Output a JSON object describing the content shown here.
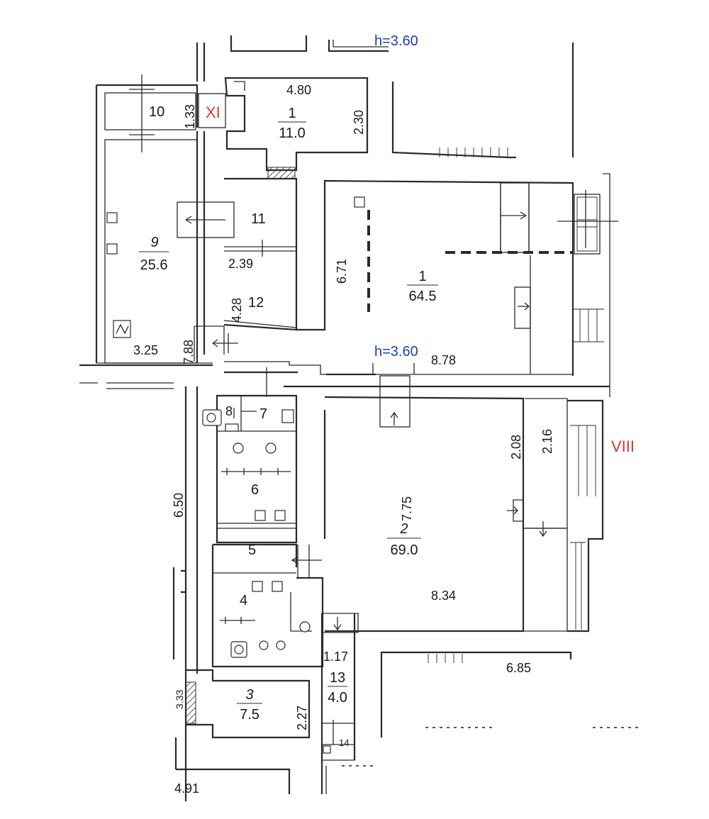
{
  "heights": {
    "top": "h=3.60",
    "mid": "h=3.60"
  },
  "sections": {
    "xi": "XI",
    "viii": "VIII"
  },
  "rooms": {
    "r1_top": {
      "number": "1",
      "area": "11.0"
    },
    "r1_main": {
      "number": "1",
      "area": "64.5"
    },
    "r2": {
      "number": "2",
      "area": "69.0"
    },
    "r3": {
      "number": "3",
      "area": "7.5"
    },
    "r4": {
      "number": "4"
    },
    "r5": {
      "number": "5"
    },
    "r6": {
      "number": "6"
    },
    "r7": {
      "number": "7"
    },
    "r8": {
      "number": "8"
    },
    "r9": {
      "number": "9",
      "area": "25.6"
    },
    "r10": {
      "number": "10"
    },
    "r11": {
      "number": "11"
    },
    "r12": {
      "number": "12"
    },
    "r13": {
      "number": "13",
      "area": "4.0"
    },
    "r14": {
      "number": "14"
    }
  },
  "dimensions": {
    "d480": "4.80",
    "d230": "2.30",
    "d133": "1.33",
    "d239": "2.39",
    "d428": "4.28",
    "d671": "6.71",
    "d325": "3.25",
    "d788": "7.88",
    "d878": "8.78",
    "d208": "2.08",
    "d216": "2.16",
    "d775": "7.75",
    "d834": "8.34",
    "d650": "6.50",
    "d685": "6.85",
    "d117": "1.17",
    "d227": "2.27",
    "d491": "4.91",
    "d333": "3.33"
  },
  "colors": {
    "wall": "#2a2a2a",
    "height_label": "#1f3fb0",
    "section_label": "#d23a2e"
  }
}
